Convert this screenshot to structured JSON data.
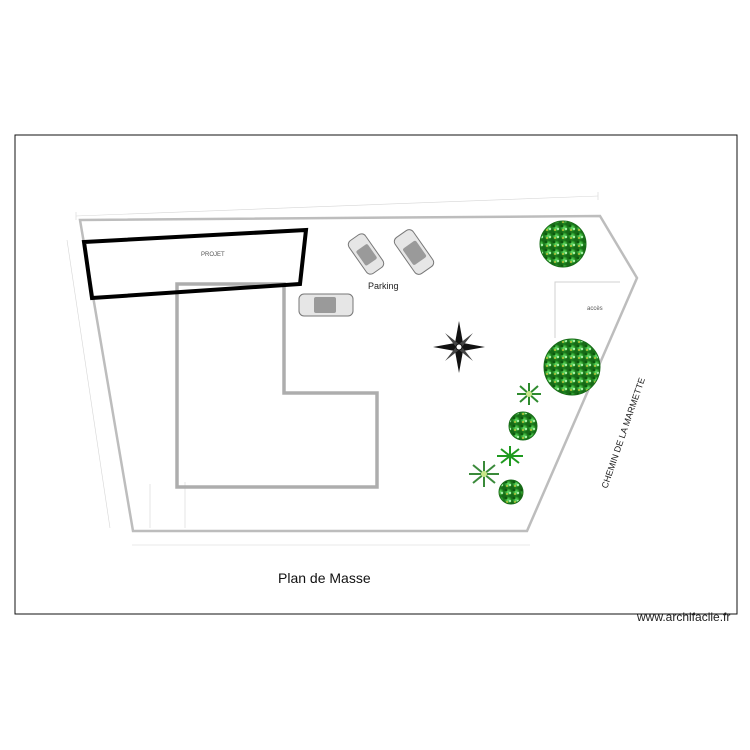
{
  "plan": {
    "title": "Plan de Masse",
    "labels": {
      "parking": "Parking",
      "projet": "PROJET",
      "acces": "accès",
      "road": "CHEMIN DE LA MARMETTE"
    }
  },
  "footer": {
    "credit": "www.archifacile.fr"
  },
  "colors": {
    "frame": "#111111",
    "plot_outline": "#bdbdbd",
    "building_outline": "#b0b0b0",
    "projet_outline": "#000000",
    "foliage_dark": "#1f7a1f",
    "foliage_light": "#39c439"
  },
  "icons": [
    "compass-rose-icon",
    "car-icon",
    "tree-icon",
    "shrub-icon",
    "palm-icon"
  ]
}
